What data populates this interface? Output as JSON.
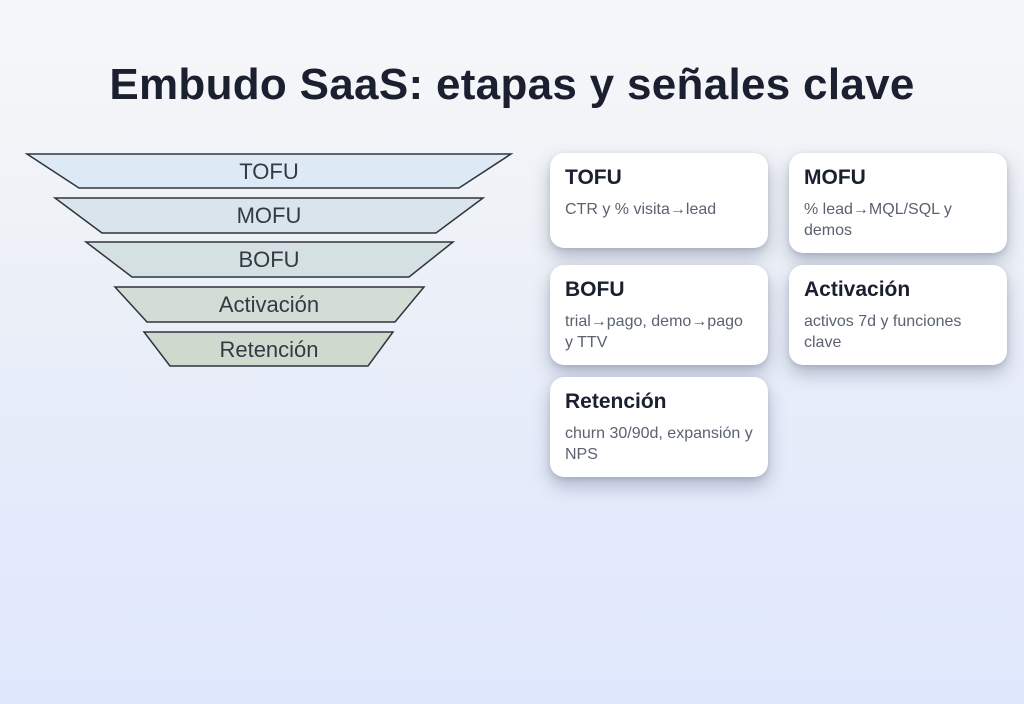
{
  "page": {
    "title": "Embudo SaaS: etapas y señales clave"
  },
  "funnel": {
    "stages": [
      {
        "label": "TOFU",
        "fill": "#ddeaf6"
      },
      {
        "label": "MOFU",
        "fill": "#d9e4ed"
      },
      {
        "label": "BOFU",
        "fill": "#d5e0e2"
      },
      {
        "label": "Activación",
        "fill": "#d2ddd6"
      },
      {
        "label": "Retención",
        "fill": "#cfdacf"
      }
    ],
    "outline_color": "#2e343c",
    "label_color": "#333a43"
  },
  "cards": [
    {
      "title": "TOFU",
      "description": "CTR y % visita→lead"
    },
    {
      "title": "MOFU",
      "description": "% lead→MQL/SQL y demos"
    },
    {
      "title": "BOFU",
      "description": "trial→pago, demo→pago y TTV"
    },
    {
      "title": "Activación",
      "description": "activos 7d y funciones clave"
    },
    {
      "title": "Retención",
      "description": "churn 30/90d, expansión y NPS"
    }
  ],
  "colors": {
    "background_top": "#f6f7f9",
    "background_bottom": "#dfe7fd",
    "card_background": "#ffffff",
    "title_color": "#1b2030",
    "card_description_color": "#5a6270"
  }
}
